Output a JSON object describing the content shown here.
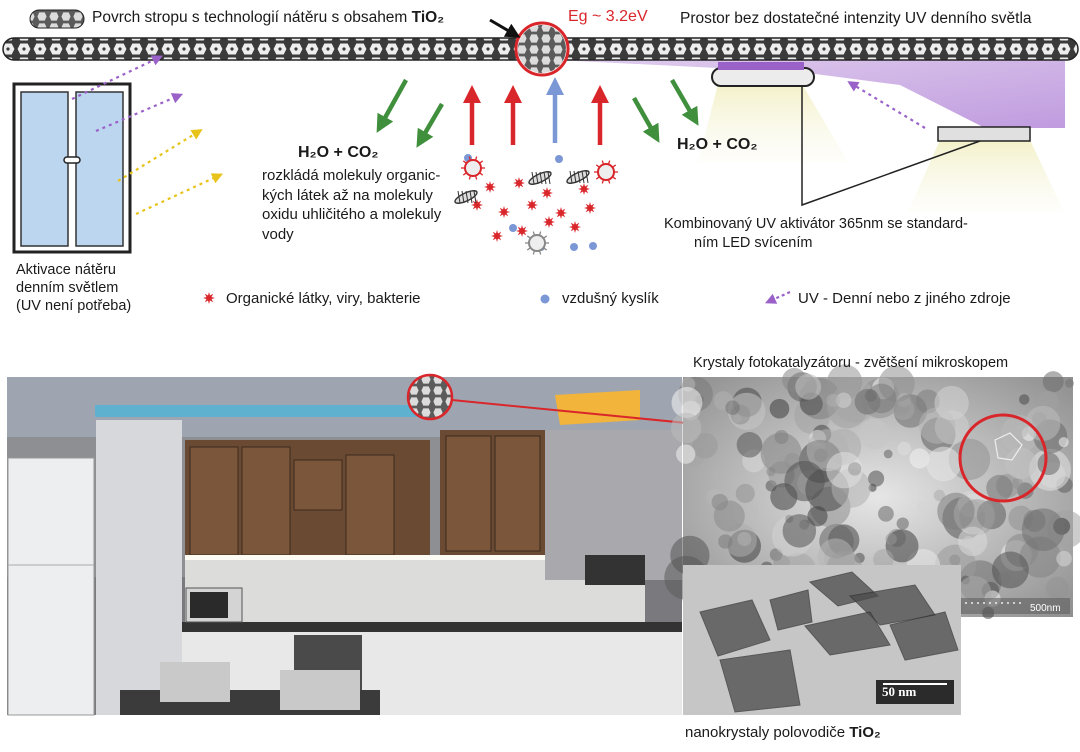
{
  "header": {
    "ceiling_label": "Povrch stropu s technologií nátěru s obsahem ",
    "ceiling_label_bold": "TiO₂",
    "bandgap": "Eg ~ 3.2eV",
    "no_uv_label": "Prostor bez dostatečné intenzity UV denního světla"
  },
  "reaction": {
    "product_left": "H₂O + CO₂",
    "product_right": "H₂O + CO₂",
    "desc_lines": [
      "rozkládá molekuly organic-",
      "kých látek až na molekuly",
      "oxidu uhličitého a molekuly",
      "vody"
    ]
  },
  "window_caption": [
    "Aktivace nátěru",
    "denním světlem",
    "(UV není potřeba)"
  ],
  "lamp_caption": [
    "Kombinovaný UV aktivátor 365nm se standard-",
    "ním LED svícením"
  ],
  "legend": {
    "organic": "Organické látky, viry, bakterie",
    "oxygen": "vzdušný kyslík",
    "uv": "UV - Denní nebo z jiného zdroje"
  },
  "micro_title": "Krystaly fotokatalyzátoru - zvětšení mikroskopem",
  "scale_500": "500nm",
  "scale_50": "50 nm",
  "nano_caption": "nanokrystaly polovodiče ",
  "nano_caption_bold": "TiO₂",
  "colors": {
    "red": "#d9262b",
    "green": "#3f8f3c",
    "blue_arrow": "#7b97d6",
    "purple": "#9a62c9",
    "yellow": "#e8c31a",
    "window_glass": "#bcd6f0"
  },
  "icons": [
    "ceiling-strip-icon",
    "crystal-lattice-icon",
    "window-icon",
    "uv-lamp-icon",
    "organic-particle-icon",
    "oxygen-dot-icon",
    "uv-ray-icon",
    "bacteria-icon",
    "virus-icon"
  ]
}
